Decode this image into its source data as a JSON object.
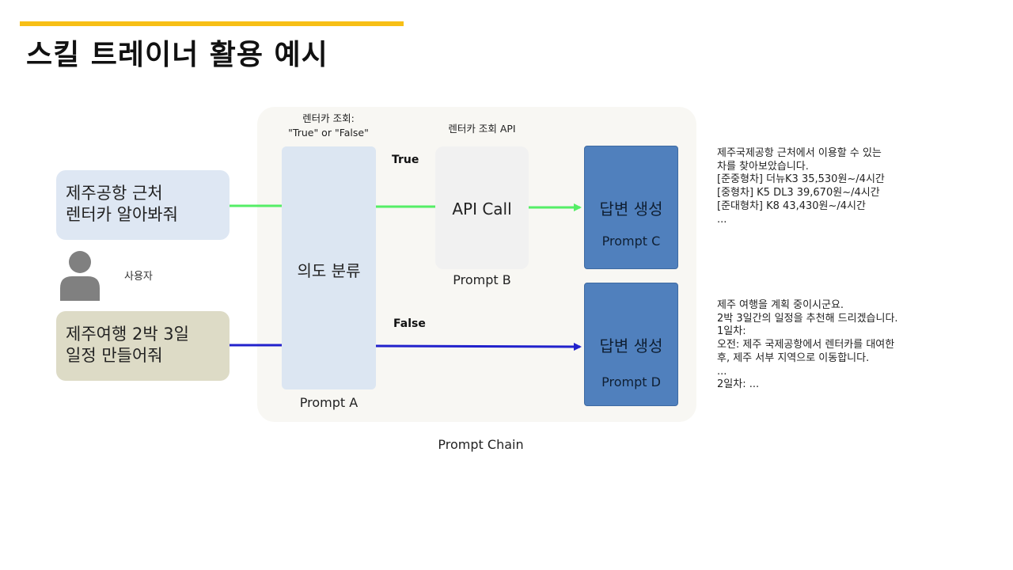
{
  "slide": {
    "title": "스킬 트레이너 활용 예시",
    "accent_color": "#f7bf16"
  },
  "users": {
    "query_1": [
      "제주공항 근처",
      "렌터카 알아봐줘"
    ],
    "query_2": [
      "제주여행 2박 3일",
      "일정 만들어줘"
    ],
    "user_label": "사용자",
    "user_icon": "person-icon"
  },
  "chain": {
    "label": "Prompt Chain",
    "intent": {
      "top_label_1": "렌터카 조회:",
      "top_label_2": "\"True\" or \"False\"",
      "text": "의도 분류",
      "prompt": "Prompt A"
    },
    "api": {
      "top_label": "렌터카 조회 API",
      "text": "API Call",
      "prompt": "Prompt B"
    },
    "branches": {
      "true_label": "True",
      "false_label": "False"
    },
    "answer_c": {
      "text": "답변 생성",
      "prompt": "Prompt C"
    },
    "answer_d": {
      "text": "답변 생성",
      "prompt": "Prompt D"
    }
  },
  "responses": {
    "c": [
      "제주국제공항 근처에서 이용할 수 있는",
      "차를 찾아보았습니다.",
      "[준중형차] 더뉴K3 35,530원~/4시간",
      "[중형차] K5 DL3 39,670원~/4시간",
      "[준대형차] K8 43,430원~/4시간",
      "..."
    ],
    "d": [
      "제주 여행을 계획 중이시군요.",
      "2박 3일간의 일정을 추천해 드리겠습니다.",
      "1일차:",
      "오전: 제주 국제공항에서 렌터카를 대여한",
      "후, 제주 서부 지역으로 이동합니다.",
      "...",
      "2일차: ..."
    ]
  },
  "colors": {
    "true_arrow": "#55ee66",
    "false_arrow": "#2222cc",
    "answer_box": "#5080bd"
  }
}
